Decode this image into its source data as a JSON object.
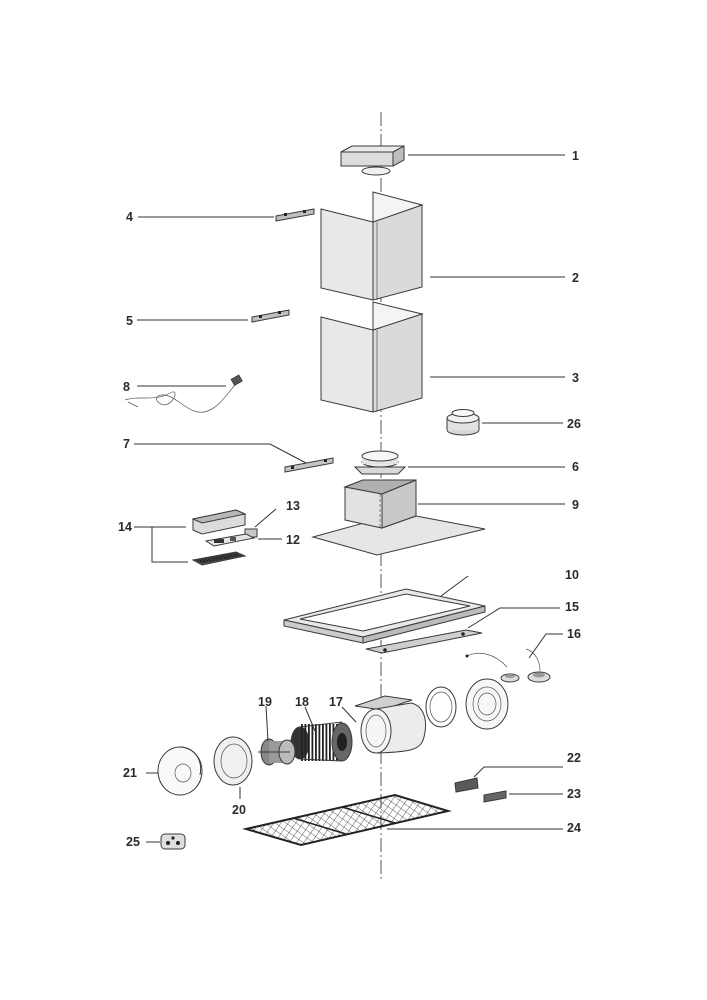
{
  "parts": [
    {
      "id": "1",
      "label": "1"
    },
    {
      "id": "2",
      "label": "2"
    },
    {
      "id": "3",
      "label": "3"
    },
    {
      "id": "4",
      "label": "4"
    },
    {
      "id": "5",
      "label": "5"
    },
    {
      "id": "6",
      "label": "6"
    },
    {
      "id": "7",
      "label": "7"
    },
    {
      "id": "8",
      "label": "8"
    },
    {
      "id": "9",
      "label": "9"
    },
    {
      "id": "10",
      "label": "10"
    },
    {
      "id": "12",
      "label": "12"
    },
    {
      "id": "13",
      "label": "13"
    },
    {
      "id": "14",
      "label": "14"
    },
    {
      "id": "15",
      "label": "15"
    },
    {
      "id": "16",
      "label": "16"
    },
    {
      "id": "17",
      "label": "17"
    },
    {
      "id": "18",
      "label": "18"
    },
    {
      "id": "19",
      "label": "19"
    },
    {
      "id": "20",
      "label": "20"
    },
    {
      "id": "21",
      "label": "21"
    },
    {
      "id": "22",
      "label": "22"
    },
    {
      "id": "23",
      "label": "23"
    },
    {
      "id": "24",
      "label": "24"
    },
    {
      "id": "25",
      "label": "25"
    },
    {
      "id": "26",
      "label": "26"
    }
  ]
}
